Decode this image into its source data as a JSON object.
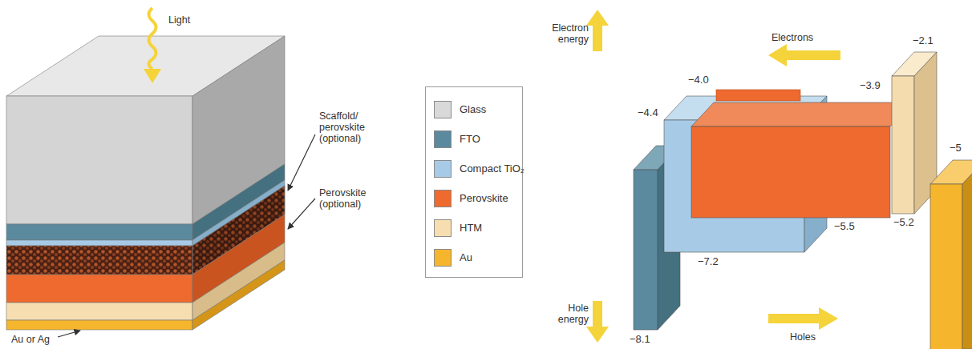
{
  "diagram": {
    "labels": [
      "Light",
      "Scaffold/ perovskite (optional)",
      "Perovskite (optional)",
      "Au or Ag",
      "Electron energy",
      "Electrons",
      "Hole energy",
      "Holes",
      "−4.0",
      "−4.4",
      "−3.9",
      "−2.1",
      "−5",
      "−7.2",
      "−5.5",
      "−5.2",
      "−8.1"
    ],
    "legend": [
      {
        "text": "Glass",
        "color": "#d9d9d9"
      },
      {
        "text": "FTO",
        "color": "#5b8a9f"
      },
      {
        "text": "Compact TiO₂",
        "color": "#a7cbe6"
      },
      {
        "text": "Perovskite",
        "color": "#ee6a2f"
      },
      {
        "text": "HTM",
        "color": "#f6deb0"
      },
      {
        "text": "Au",
        "color": "#f5b52c"
      }
    ]
  }
}
